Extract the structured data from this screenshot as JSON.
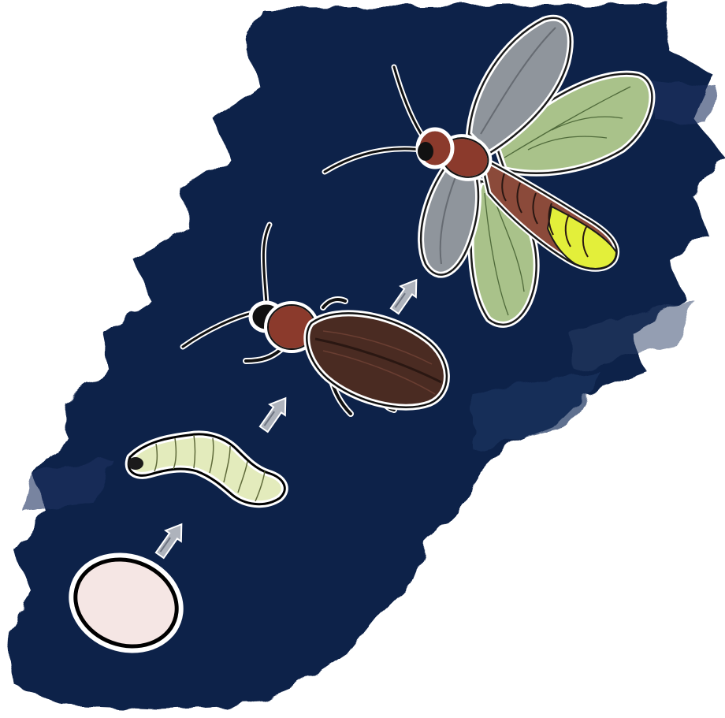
{
  "diagram": {
    "stages": [
      {
        "id": "egg",
        "icon": "egg-icon"
      },
      {
        "id": "larva",
        "icon": "larva-icon"
      },
      {
        "id": "pupa",
        "icon": "pupa-beetle-icon"
      },
      {
        "id": "adult",
        "icon": "firefly-icon"
      }
    ],
    "arrows": [
      {
        "from": "egg",
        "to": "larva",
        "icon": "arrow-up-icon"
      },
      {
        "from": "larva",
        "to": "pupa",
        "icon": "arrow-up-icon"
      },
      {
        "from": "pupa",
        "to": "adult",
        "icon": "arrow-up-icon"
      }
    ],
    "colors": {
      "night_background": "#0f2149",
      "egg_fill": "#f5e6e4",
      "larva_fill": "#e3ebbc",
      "beetle_body": "#4a2b22",
      "head_red": "#8b3a2c",
      "wing_gray": "#8f959c",
      "wing_green": "#a9c28a",
      "glow_yellow": "#e3ef3a",
      "outline_white": "#ffffff"
    }
  }
}
